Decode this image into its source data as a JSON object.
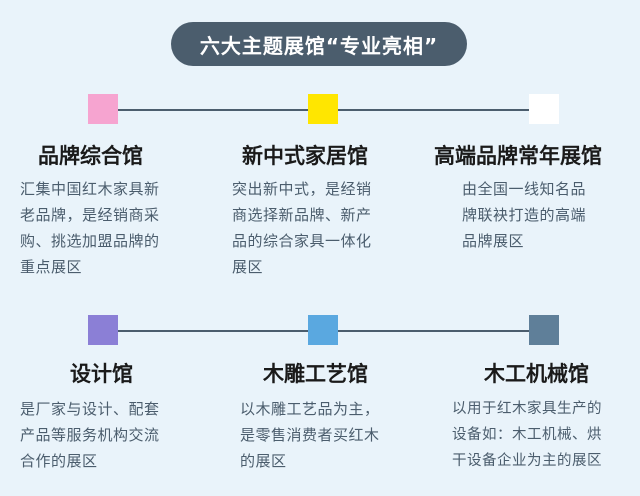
{
  "title": "六大主题展馆“专业亮相”",
  "rows": [
    {
      "halls": [
        {
          "name": "品牌综合馆",
          "color": "#f6a4d0",
          "desc": [
            "汇集中国红木家具新",
            "老品牌，是经销商采",
            "购、挑选加盟品牌的",
            "重点展区"
          ]
        },
        {
          "name": "新中式家居馆",
          "color": "#ffe600",
          "desc": [
            "突出新中式，是经销",
            "商选择新品牌、新产",
            "品的综合家具一体化",
            "展区"
          ]
        },
        {
          "name": "高端品牌常年展馆",
          "color": "#ffffff",
          "desc": [
            "由全国一线知名品",
            "牌联袂打造的高端",
            "品牌展区"
          ]
        }
      ]
    },
    {
      "halls": [
        {
          "name": "设计馆",
          "color": "#8b7fd6",
          "desc": [
            "是厂家与设计、配套",
            "产品等服务机构交流",
            "合作的展区"
          ]
        },
        {
          "name": "木雕工艺馆",
          "color": "#5aa8e0",
          "desc": [
            "以木雕工艺品为主，",
            "是零售消费者买红木",
            "的展区"
          ]
        },
        {
          "name": "木工机械馆",
          "color": "#5f7f99",
          "desc": [
            "以用于红木家具生产的",
            "设备如：木工机械、烘",
            "干设备企业为主的展区"
          ]
        }
      ]
    }
  ]
}
